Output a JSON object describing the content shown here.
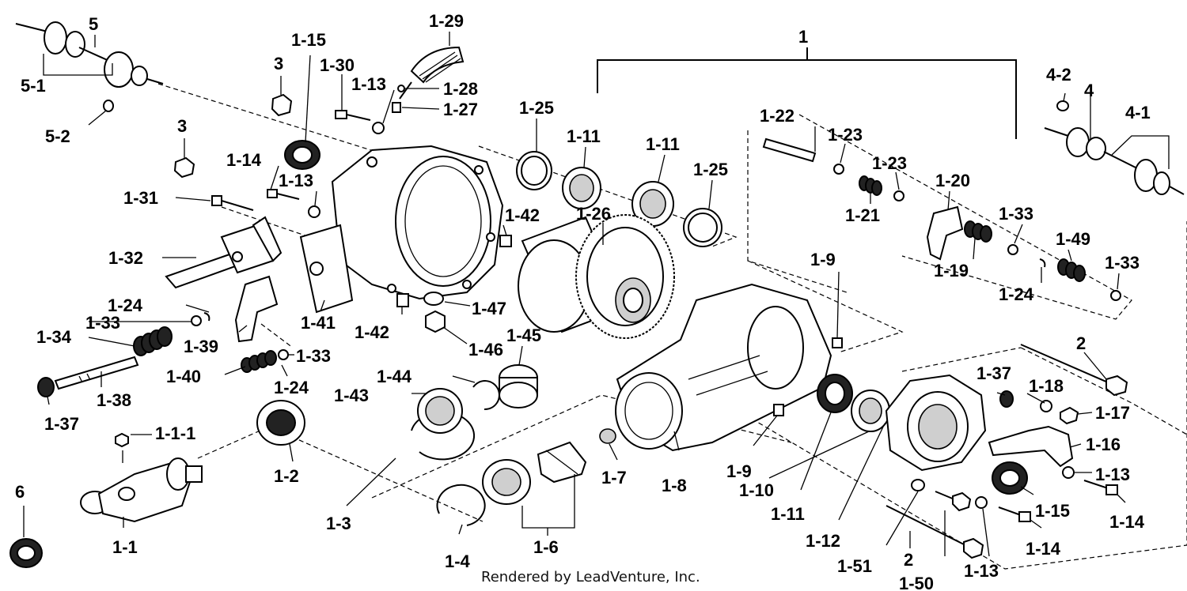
{
  "credit": "Rendered by LeadVenture, Inc.",
  "callouts": {
    "c1": "1",
    "c1_1": "1-1",
    "c1_1_1": "1-1-1",
    "c1_2": "1-2",
    "c1_3": "1-3",
    "c1_4": "1-4",
    "c1_6": "1-6",
    "c1_7": "1-7",
    "c1_8": "1-8",
    "c1_9a": "1-9",
    "c1_9b": "1-9",
    "c1_10": "1-10",
    "c1_11a": "1-11",
    "c1_11b": "1-11",
    "c1_11c": "1-11",
    "c1_12": "1-12",
    "c1_13a": "1-13",
    "c1_13b": "1-13",
    "c1_13c": "1-13",
    "c1_13d": "1-13",
    "c1_14a": "1-14",
    "c1_14b": "1-14",
    "c1_14c": "1-14",
    "c1_15a": "1-15",
    "c1_15b": "1-15",
    "c1_16": "1-16",
    "c1_17": "1-17",
    "c1_18": "1-18",
    "c1_19": "1-19",
    "c1_20": "1-20",
    "c1_21": "1-21",
    "c1_22": "1-22",
    "c1_23a": "1-23",
    "c1_23b": "1-23",
    "c1_24a": "1-24",
    "c1_24b": "1-24",
    "c1_24c": "1-24",
    "c1_25a": "1-25",
    "c1_25b": "1-25",
    "c1_26": "1-26",
    "c1_27": "1-27",
    "c1_28": "1-28",
    "c1_29": "1-29",
    "c1_30": "1-30",
    "c1_31": "1-31",
    "c1_32": "1-32",
    "c1_33a": "1-33",
    "c1_33b": "1-33",
    "c1_33c": "1-33",
    "c1_33d": "1-33",
    "c1_34": "1-34",
    "c1_37a": "1-37",
    "c1_37b": "1-37",
    "c1_38": "1-38",
    "c1_39": "1-39",
    "c1_40": "1-40",
    "c1_41": "1-41",
    "c1_42a": "1-42",
    "c1_42b": "1-42",
    "c1_43": "1-43",
    "c1_44": "1-44",
    "c1_45": "1-45",
    "c1_46": "1-46",
    "c1_47": "1-47",
    "c1_49": "1-49",
    "c1_50": "1-50",
    "c1_51": "1-51",
    "c2a": "2",
    "c2b": "2",
    "c3a": "3",
    "c3b": "3",
    "c4": "4",
    "c4_1": "4-1",
    "c4_2": "4-2",
    "c5": "5",
    "c5_1": "5-1",
    "c5_2": "5-2",
    "c6": "6"
  }
}
